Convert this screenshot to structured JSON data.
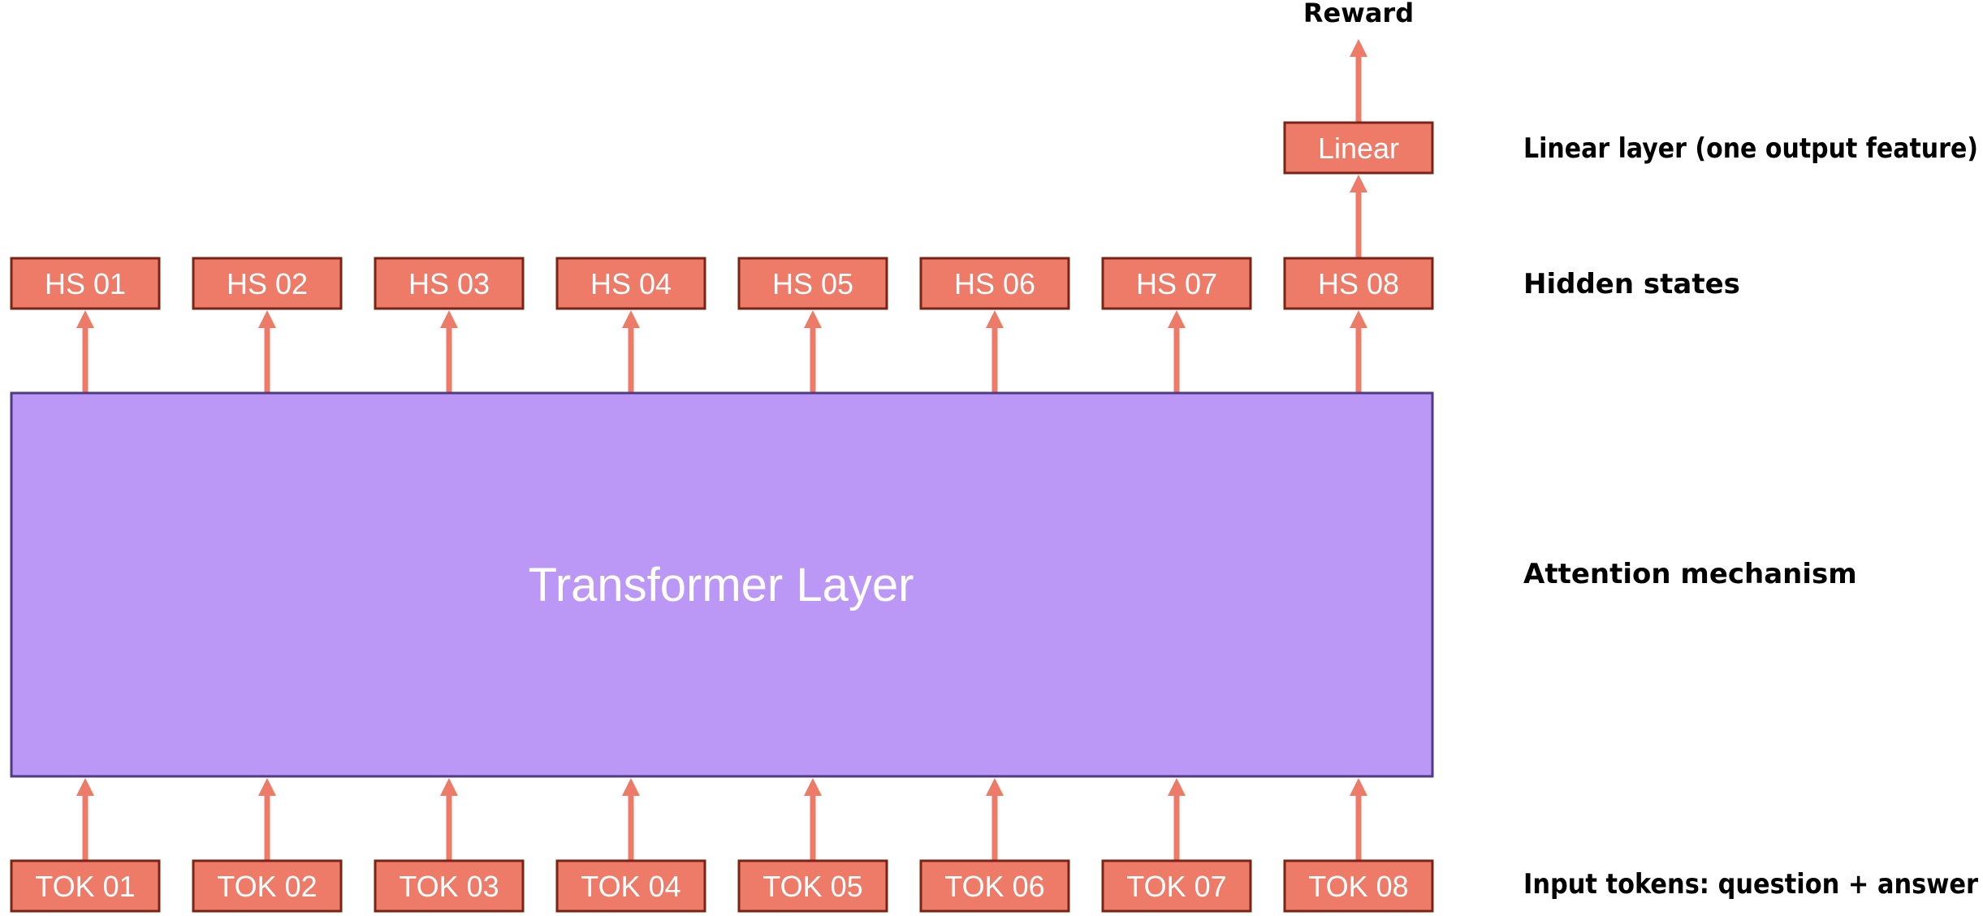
{
  "diagram": {
    "reward_label": "Reward",
    "linear_label": "Linear",
    "transformer_label": "Transformer Layer",
    "hidden_states": [
      "HS 01",
      "HS 02",
      "HS 03",
      "HS 04",
      "HS 05",
      "HS 06",
      "HS 07",
      "HS 08"
    ],
    "input_tokens": [
      "TOK 01",
      "TOK 02",
      "TOK 03",
      "TOK 04",
      "TOK 05",
      "TOK 06",
      "TOK 07",
      "TOK 08"
    ],
    "side_labels": {
      "linear_layer": "Linear layer (one output feature)",
      "hidden_states": "Hidden states",
      "attention": "Attention mechanism",
      "input_tokens": "Input tokens: question + answer"
    },
    "colors": {
      "box_fill": "#ee7a68",
      "box_stroke": "#7a2418",
      "arrow": "#ee7a68",
      "transformer_fill": "#bb98f6",
      "transformer_stroke": "#4f3a84",
      "text_light": "#ffffff",
      "text_dark": "#000000"
    }
  }
}
